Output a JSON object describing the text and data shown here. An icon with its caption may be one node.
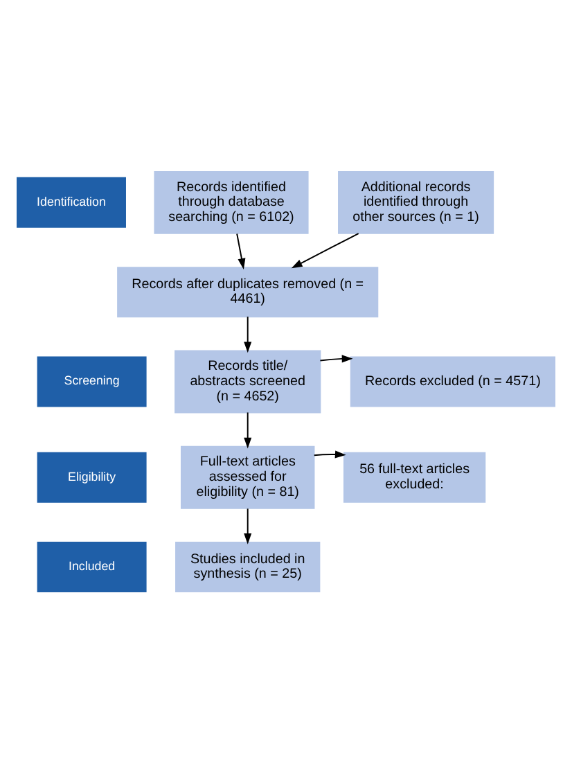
{
  "diagram": {
    "nodes": [
      {
        "text": [
          "Identification"
        ]
      },
      {
        "text": [
          "Records identified through database searching (n = 6102)"
        ]
      },
      {
        "text": [
          "Additional records identified through other sources (n = 1)"
        ]
      },
      {
        "text": [
          "Records after duplicates removed (n = 4461)"
        ]
      },
      {
        "text": [
          "Screening"
        ]
      },
      {
        "text": [
          "Records title/ abstracts screened (n = 4652)"
        ]
      },
      {
        "text": [
          "Records excluded (n = 4571)"
        ]
      },
      {
        "text": [
          "56 full-text articles excluded:"
        ]
      },
      {
        "text": [
          "Eligibility"
        ]
      },
      {
        "text": [
          "Full-text articles assessed for eligibility (n = 81)"
        ]
      },
      {
        "text": [
          "Included"
        ]
      },
      {
        "text": [
          "Studies included in synthesis (n = 25)"
        ]
      }
    ],
    "edges": [
      {
        "from": 1,
        "to": 3,
        "arrow": "to"
      },
      {
        "from": 2,
        "to": 3,
        "arrow": "to"
      },
      {
        "from": 3,
        "to": 5,
        "arrow": "to"
      },
      {
        "from": 5,
        "to": 6,
        "arrow": "to"
      },
      {
        "from": 5,
        "to": 9,
        "arrow": "to"
      },
      {
        "from": 9,
        "to": 7,
        "arrow": "to"
      },
      {
        "from": 9,
        "to": 11,
        "arrow": "to"
      }
    ]
  }
}
